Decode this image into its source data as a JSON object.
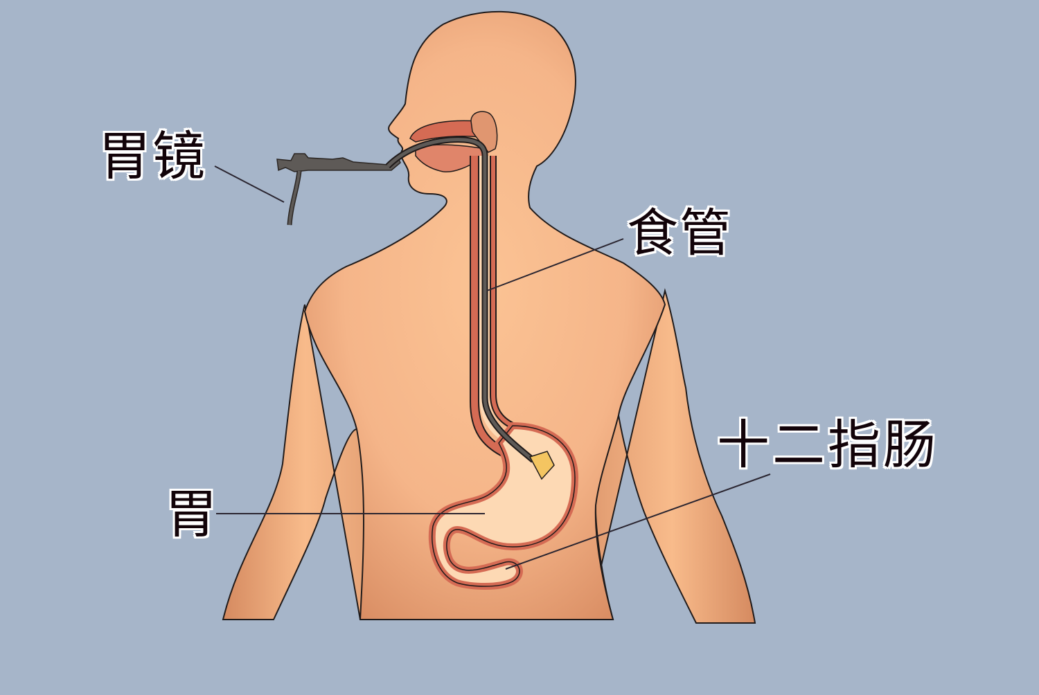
{
  "diagram": {
    "subject": "gastroscopy illustration",
    "background_color": "#a6b5c9",
    "colors": {
      "skin": "#f7bb8c",
      "skin_shadow": "#d98d63",
      "organ_wall": "#d56b54",
      "organ_lumen": "#fdd9b4",
      "scope": "#5e5a57",
      "scope_tip": "#f4c561",
      "outline": "#1f1a1a"
    },
    "labels": [
      {
        "id": "gastroscope",
        "text": "胃镜"
      },
      {
        "id": "esophagus",
        "text": "食管"
      },
      {
        "id": "duodenum",
        "text": "十二指肠"
      },
      {
        "id": "stomach",
        "text": "胃"
      }
    ]
  }
}
